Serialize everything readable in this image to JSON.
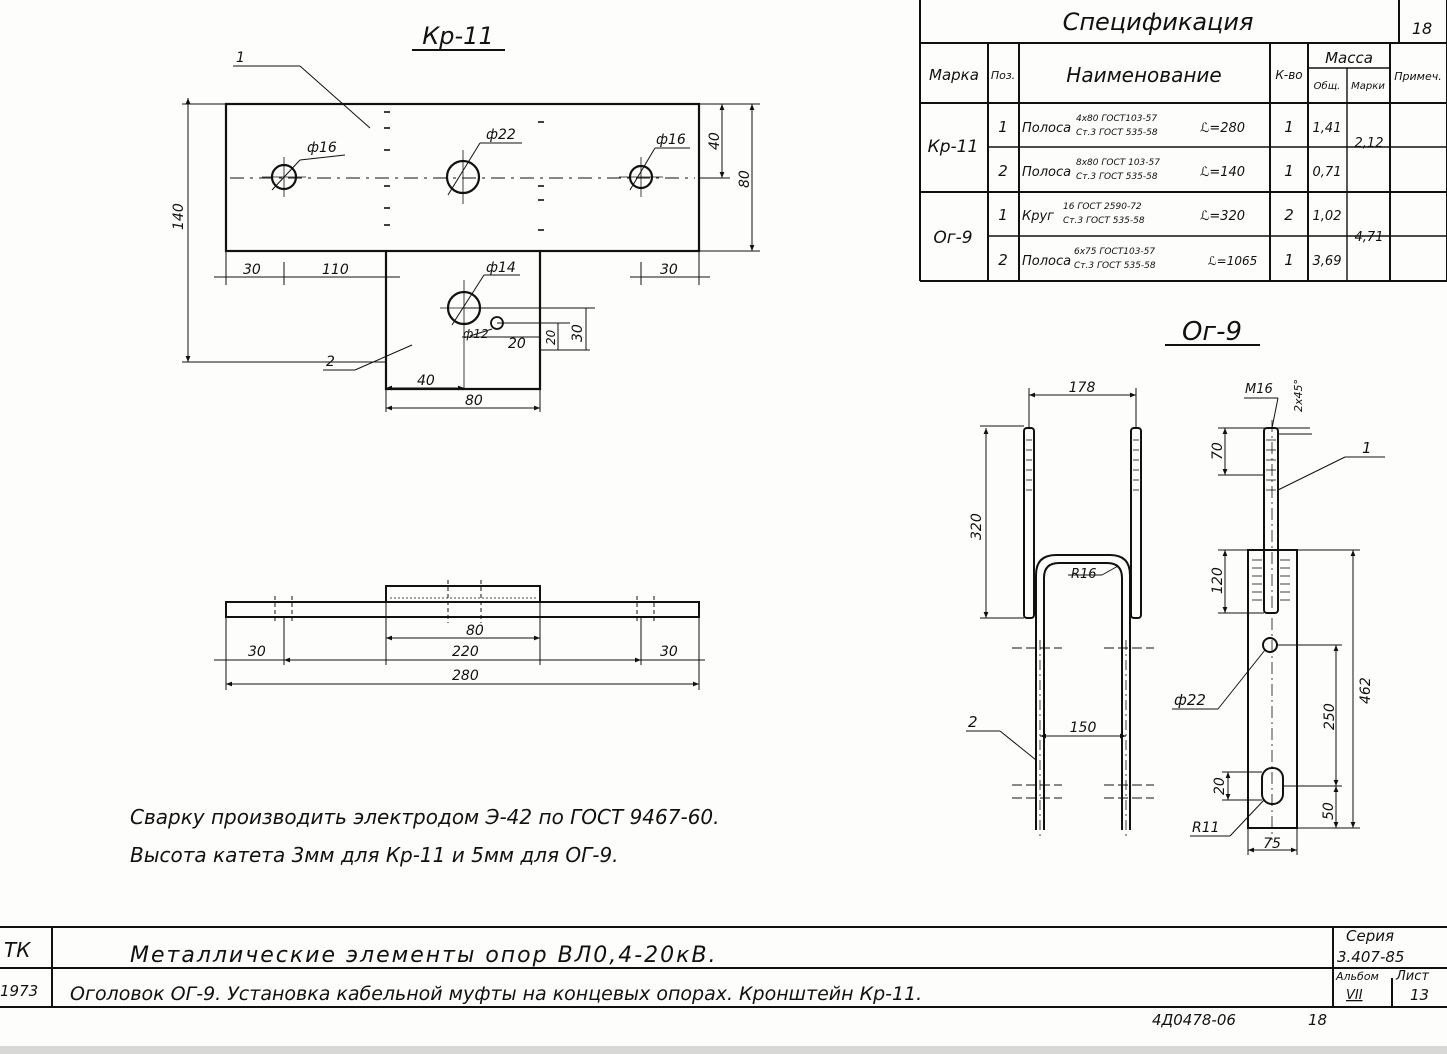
{
  "sheet_corner": "18",
  "kr11": {
    "title": "Кр-11",
    "dims": {
      "hole_left": "ф16",
      "hole_center": "ф22",
      "hole_right": "ф16",
      "hole_bottom": "ф14",
      "hole_small": "ф12",
      "w30a": "30",
      "w110": "110",
      "w30b": "30",
      "h140": "140",
      "h80": "80",
      "h40": "40",
      "b40": "40",
      "b80": "80",
      "b20a": "20",
      "b20b": "20",
      "b30": "30"
    },
    "leaders": {
      "pos1": "1",
      "pos2": "2"
    },
    "side": {
      "d80": "80",
      "d30a": "30",
      "d220": "220",
      "d30b": "30",
      "d280": "280"
    }
  },
  "spec": {
    "title": "Спецификация",
    "sheet_num": "18",
    "headers": {
      "marka": "Марка",
      "pos": "Поз.",
      "name": "Наименование",
      "qty": "К-во",
      "mass": "Масса",
      "mass_total": "Общ.",
      "mass_mark": "Марки",
      "note": "Примеч."
    },
    "rows": [
      {
        "marka": "Кр-11",
        "pos": "1",
        "name_main": "Полоса",
        "name_top": "4х80 ГОСТ103-57",
        "name_bottom": "Ст.3 ГОСТ 535-58",
        "length": "ℒ=280",
        "qty": "1",
        "mass": "1,41",
        "mass_mark": "2,12"
      },
      {
        "marka": "",
        "pos": "2",
        "name_main": "Полоса",
        "name_top": "8х80 ГОСТ 103-57",
        "name_bottom": "Ст.3 ГОСТ 535-58",
        "length": "ℒ=140",
        "qty": "1",
        "mass": "0,71",
        "mass_mark": ""
      },
      {
        "marka": "Ог-9",
        "pos": "1",
        "name_main": "Круг",
        "name_top": "16 ГОСТ 2590-72",
        "name_bottom": "Ст.3 ГОСТ 535-58",
        "length": "ℒ=320",
        "qty": "2",
        "mass": "1,02",
        "mass_mark": "4,71"
      },
      {
        "marka": "",
        "pos": "2",
        "name_main": "Полоса",
        "name_top": "6х75 ГОСТ103-57",
        "name_bottom": "Ст.3 ГОСТ 535-58",
        "length": "ℒ=1065",
        "qty": "1",
        "mass": "3,69",
        "mass_mark": ""
      }
    ]
  },
  "og9": {
    "title": "Ог-9",
    "dims": {
      "d178": "178",
      "d320": "320",
      "r16": "R16",
      "d150": "150",
      "m16": "М16",
      "chamfer": "2х45°",
      "d70": "70",
      "d120": "120",
      "d462": "462",
      "d250": "250",
      "d20": "20",
      "d50": "50",
      "d75": "75",
      "phi22": "ф22",
      "r11": "R11"
    },
    "leaders": {
      "pos1": "1",
      "pos2": "2"
    }
  },
  "notes": {
    "line1": "Сварку производить электродом Э-42 по ГОСТ 9467-60.",
    "line2": "Высота катета 3мм для Кр-11 и 5мм для ОГ-9."
  },
  "title_block": {
    "code_left": "ТК",
    "year_left": "1973",
    "title_main": "Металлические элементы опор ВЛ0,4-20кВ.",
    "title_sub": "Оголовок ОГ-9. Установка кабельной муфты на концевых опорах. Кронштейн Кр-11.",
    "series_label": "Серия",
    "series_value": "3.407-85",
    "album_label": "Альбом",
    "album_value": "VII",
    "sheet_label": "Лист",
    "sheet_value": "13"
  },
  "stamp": {
    "code": "4Д0478-06",
    "page": "18"
  }
}
